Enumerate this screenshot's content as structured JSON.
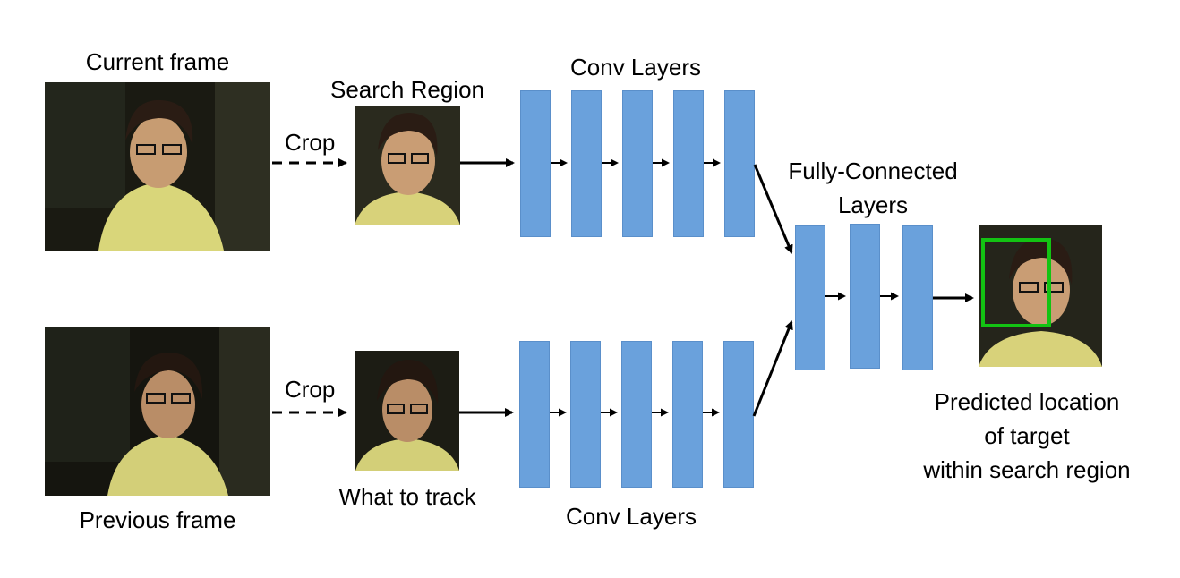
{
  "labels": {
    "current_frame": "Current frame",
    "previous_frame": "Previous frame",
    "search_region": "Search Region",
    "what_to_track": "What to track",
    "crop_top": "Crop",
    "crop_bottom": "Crop",
    "conv_layers_top": "Conv Layers",
    "conv_layers_bottom": "Conv Layers",
    "fc_line1": "Fully-Connected",
    "fc_line2": "Layers",
    "predicted_line1": "Predicted location",
    "predicted_line2": "of target",
    "predicted_line3": "within search region"
  },
  "colors": {
    "layer_fill": "#6aa1dc",
    "prediction_box": "#13c313",
    "arrow": "#000000"
  }
}
